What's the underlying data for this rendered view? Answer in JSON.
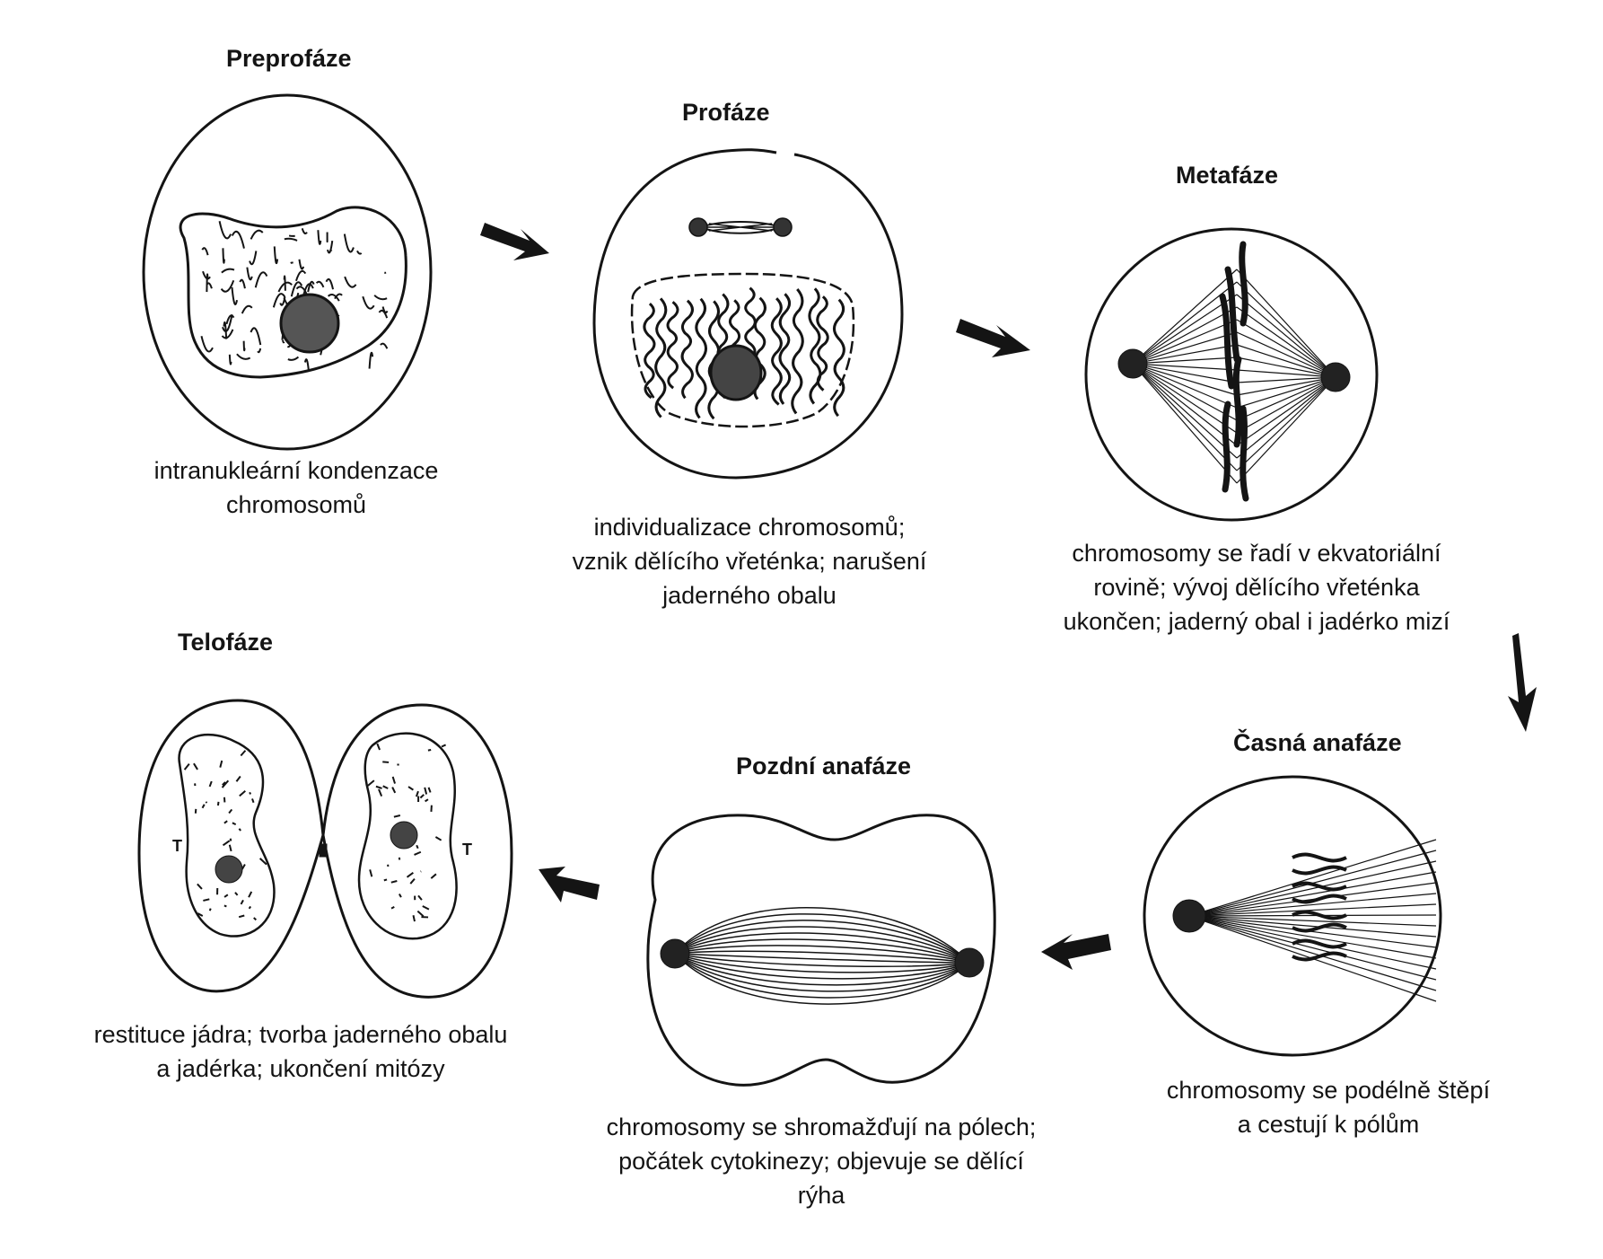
{
  "colors": {
    "ink": "#141414",
    "paper": "#ffffff"
  },
  "stages": [
    {
      "title": "Preprofáze",
      "caption": [
        "intranukleární kondenzace",
        "chromosomů"
      ]
    },
    {
      "title": "Profáze",
      "caption": [
        "individualizace  chromosomů;",
        "vznik dělícího vřeténka; narušení",
        "jaderného  obalu"
      ]
    },
    {
      "title": "Metafáze",
      "caption": [
        "chromosomy se řadí v ekvatoriální",
        "rovině; vývoj  dělícího vřeténka",
        "ukončen; jaderný obal i jadérko mizí"
      ]
    },
    {
      "title": "Časná anafáze",
      "caption": [
        "chromosomy se podélně  štěpí",
        "a cestují k pólům"
      ]
    },
    {
      "title": "Pozdní anafáze",
      "caption": [
        "chromosomy se shromažďují na pólech;",
        "počátek  cytokinezy; objevuje se dělící",
        "rýha"
      ]
    },
    {
      "title": "Telofáze",
      "caption": [
        "restituce jádra; tvorba jaderného obalu",
        "a jadérka; ukončení  mitózy"
      ]
    }
  ],
  "labels": {
    "telophase_marker_left": "T",
    "telophase_marker_right": "T"
  }
}
